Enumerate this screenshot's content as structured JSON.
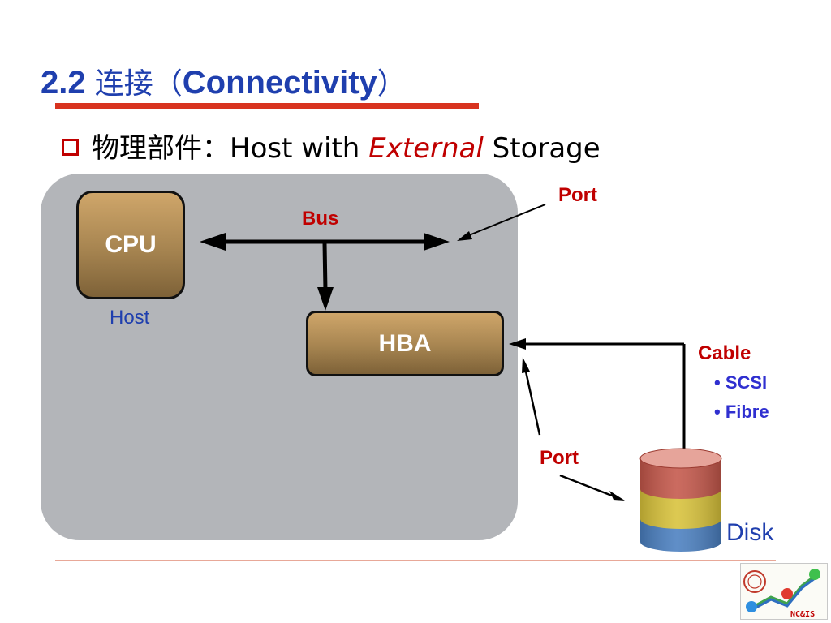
{
  "slide": {
    "title_number": "2.2",
    "title_zh": "连接（",
    "title_en": "Connectivity",
    "title_close": "）",
    "bullet_prefix": "物理部件：Host with ",
    "bullet_emphasis": "External",
    "bullet_suffix": " Storage"
  },
  "diagram": {
    "cpu_label": "CPU",
    "host_label": "Host",
    "hba_label": "HBA",
    "bus_label": "Bus",
    "port_top_label": "Port",
    "port_bottom_label": "Port",
    "cable_label": "Cable",
    "cable_types": [
      "• SCSI",
      "• Fibre"
    ],
    "disk_label": "Disk"
  },
  "logo": {
    "text": "NC&IS"
  },
  "colors": {
    "title": "#1f3fae",
    "accent_red": "#c00000",
    "host_area": "#b3b5b9",
    "box_fill": "#a68450",
    "cable_types": "#3030d0"
  }
}
